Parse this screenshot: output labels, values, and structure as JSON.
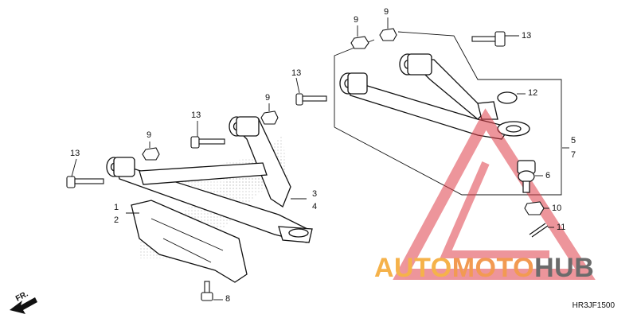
{
  "callouts": {
    "c1": "1",
    "c2": "2",
    "c3": "3",
    "c4": "4",
    "c5": "5",
    "c6": "6",
    "c7": "7",
    "c8": "8",
    "c9a": "9",
    "c9b": "9",
    "c9c": "9",
    "c9d": "9",
    "c10": "10",
    "c11": "11",
    "c12": "12",
    "c13a": "13",
    "c13b": "13",
    "c13c": "13",
    "c13d": "13"
  },
  "front_indicator": "FR.",
  "diagram_code": "HR3JF1500",
  "watermark": {
    "part1": "AUTO",
    "part2": "MOTO",
    "part3": "HUB",
    "colors": {
      "part1": "#f5b24a",
      "part2": "#f29a52",
      "part3": "#6b6b6b",
      "triangle": "#e0404a"
    }
  }
}
